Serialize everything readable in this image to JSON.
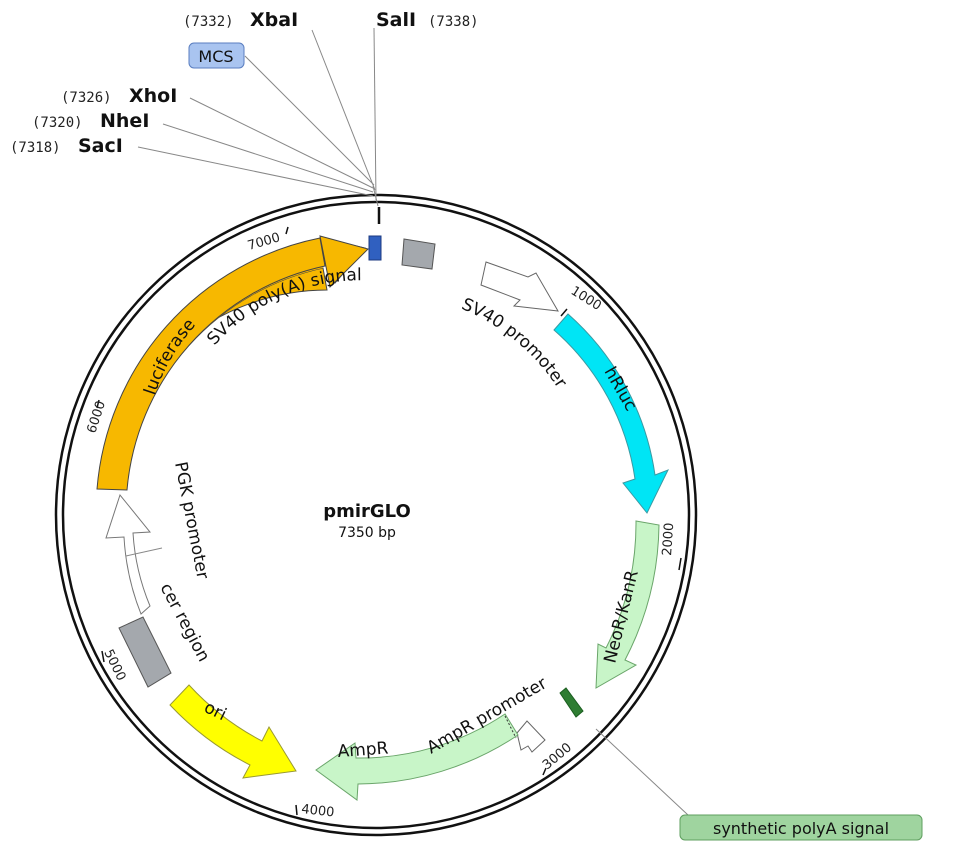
{
  "plasmid": {
    "name": "pmirGLO",
    "size": "7350 bp"
  },
  "sites": [
    {
      "pos": "(7332)",
      "name": "XbaI"
    },
    {
      "pos": "(7338)",
      "name": "SalI"
    },
    {
      "pos": "(7326)",
      "name": "XhoI"
    },
    {
      "pos": "(7320)",
      "name": "NheI"
    },
    {
      "pos": "(7318)",
      "name": "SacI"
    }
  ],
  "mcs_label": "MCS",
  "ticks": [
    "1000",
    "2000",
    "3000",
    "4000",
    "5000",
    "6000",
    "7000"
  ],
  "features": {
    "luciferase": "luciferase",
    "sv40_polya": "SV40 poly(A) signal",
    "sv40_promoter": "SV40 promoter",
    "hrluc": "hRluc",
    "neor": "NeoR/KanR",
    "ampr_promoter": "AmpR promoter",
    "ampr": "AmpR",
    "ori": "ori",
    "cer": "cer region",
    "pgk": "PGK promoter"
  },
  "synthetic_polya": "synthetic polyA signal",
  "colors": {
    "luciferase": "#f7b800",
    "hrluc": "#00e5f5",
    "neor": "#c8f5c8",
    "ampr": "#c8f5c8",
    "ori": "#ffff00",
    "cer": "#a4a8ad",
    "mcs_box": "#a9c4f0",
    "polya_box": "#9fd49f",
    "polya_mark": "#2e7d32",
    "sv40_polya_mark": "#3060c0",
    "gray_feature": "#a4a8ad"
  }
}
